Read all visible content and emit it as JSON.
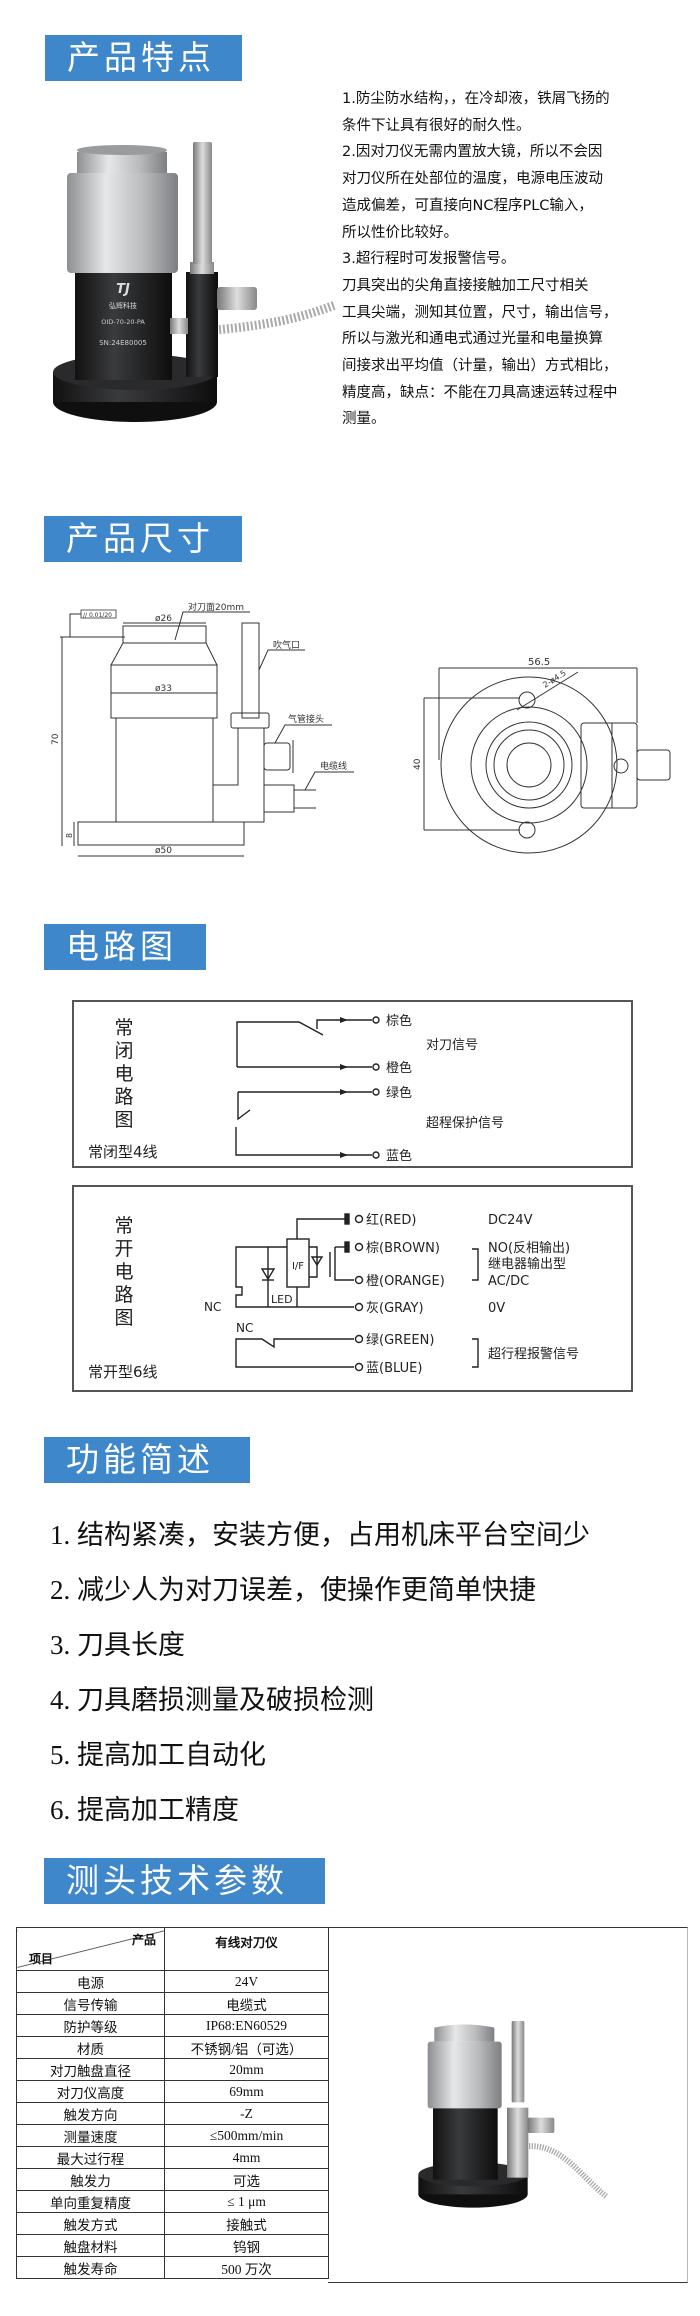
{
  "sections": {
    "features_title": "产品特点",
    "dimensions_title": "产品尺寸",
    "circuit_title": "电路图",
    "functions_title": "功能简述",
    "specs_title": "测头技术参数"
  },
  "product_photo": {
    "logo_text": "弘辉科技",
    "model": "OID-70-20-PA",
    "serial": "SN:24E80005"
  },
  "features": {
    "lines": [
      "1.防尘防水结构，，在冷却液，铁屑飞扬的",
      "条件下让具有很好的耐久性。",
      "2.因对刀仪无需内置放大镜，所以不会因",
      "对刀仪所在处部位的温度，电源电压波动",
      "造成偏差，可直接向NC程序PLC输入，",
      "所以性价比较好。",
      "3.超行程时可发报警信号。",
      "刀具突出的尖角直接接触加工尺寸相关",
      "工具尖端，测知其位置，尺寸，输出信号，",
      "所以与激光和通电式通过光量和电量换算",
      "间接求出平均值（计量，输出）方式相比，",
      "精度高，缺点：不能在刀具高速运转过程中",
      "测量。"
    ]
  },
  "dimensions": {
    "flatness": "// 0.01/20",
    "touch_face": "对刀面20mm",
    "d26": "ø26",
    "d33": "ø33",
    "d50": "ø50",
    "h70": "70",
    "h8": "8",
    "air_outlet": "吹气口",
    "air_fitting": "气管接头",
    "cable": "电缆线",
    "w56": "56.5",
    "h40": "40",
    "holes": "2-ø4.5"
  },
  "circuit": {
    "nc": {
      "title_chars": [
        "常",
        "闭",
        "电",
        "路",
        "图"
      ],
      "type": "常闭型4线",
      "brown": "棕色",
      "orange": "橙色",
      "green": "绿色",
      "blue": "蓝色",
      "tool_signal": "对刀信号",
      "overtravel_signal": "超程保护信号"
    },
    "no": {
      "title_chars": [
        "常",
        "开",
        "电",
        "路",
        "图"
      ],
      "type": "常开型6线",
      "red": "红(RED)",
      "brown": "棕(BROWN)",
      "orange": "橙(ORANGE)",
      "gray": "灰(GRAY)",
      "green": "绿(GREEN)",
      "blue": "蓝(BLUE)",
      "dc24": "DC24V",
      "no_out": "NO(反相输出)",
      "relay": "继电器输出型",
      "acdc": "AC/DC",
      "zero_v": "0V",
      "alarm": "超行程报警信号",
      "nc1": "NC",
      "nc2": "NC",
      "led": "LED",
      "if": "I/F"
    }
  },
  "functions": [
    "1.  结构紧凑，安装方便，占用机床平台空间少",
    "2.  减少人为对刀误差，使操作更简单快捷",
    "3.  刀具长度",
    "4.  刀具磨损测量及破损检测",
    "5.  提高加工自动化",
    "6.  提高加工精度"
  ],
  "specs": {
    "header_product": "产品",
    "header_item": "项目",
    "header_value": "有线对刀仪",
    "rows": [
      {
        "item": "电源",
        "value": "24V"
      },
      {
        "item": "信号传输",
        "value": "电缆式"
      },
      {
        "item": "防护等级",
        "value": "IP68:EN60529"
      },
      {
        "item": "材质",
        "value": "不锈钢/铝（可选）"
      },
      {
        "item": "对刀触盘直径",
        "value": "20mm"
      },
      {
        "item": "对刀仪高度",
        "value": "69mm"
      },
      {
        "item": "触发方向",
        "value": "-Z"
      },
      {
        "item": "测量速度",
        "value": "≤500mm/min"
      },
      {
        "item": "最大过行程",
        "value": "4mm"
      },
      {
        "item": "触发力",
        "value": "可选"
      },
      {
        "item": "单向重复精度",
        "value": "≤ 1 μm"
      },
      {
        "item": "触发方式",
        "value": "接触式"
      },
      {
        "item": "触盘材料",
        "value": "钨钢"
      },
      {
        "item": "触发寿命",
        "value": "500 万次"
      }
    ]
  },
  "colors": {
    "banner": "#3f87cb"
  }
}
